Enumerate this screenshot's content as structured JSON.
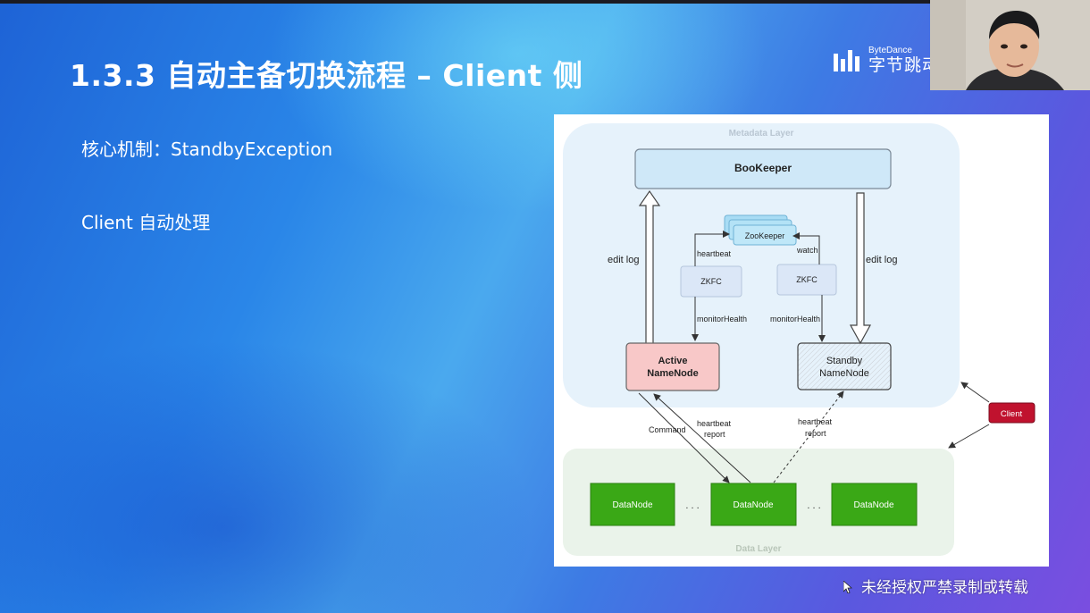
{
  "slide": {
    "title": "1.3.3 自动主备切换流程 – Client 侧",
    "bullets": [
      "核心机制：StandbyException",
      "Client 自动处理"
    ],
    "watermark": "未经授权严禁录制或转载"
  },
  "logo": {
    "brand_en": "ByteDance",
    "brand_cn": "字节跳动"
  },
  "diagram": {
    "metadata_layer_label": "Metadata Layer",
    "data_layer_label": "Data Layer",
    "bookkeeper": "BooKeeper",
    "zookeeper": "ZooKeeper",
    "zkfc_left": "ZKFC",
    "zkfc_right": "ZKFC",
    "heartbeat_top": "heartbeat",
    "watch": "watch",
    "monitor_left": "monitorHealth",
    "monitor_right": "monitorHealth",
    "edit_log_left": "edit log",
    "edit_log_right": "edit log",
    "active_line1": "Active",
    "active_line2": "NameNode",
    "standby_line1": "Standby",
    "standby_line2": "NameNode",
    "command": "Command",
    "hb_report_left_1": "heartbeat",
    "hb_report_left_2": "report",
    "hb_report_right_1": "heartbeat",
    "hb_report_right_2": "report",
    "client": "Client",
    "datanodes": [
      "DataNode",
      "DataNode",
      "DataNode"
    ],
    "ellipsis": ". . ."
  },
  "colors": {
    "bookkeeper_fill": "#cfe8f8",
    "active_fill": "#f8c8c8",
    "datanode_fill": "#3aa816",
    "client_fill": "#c0122e",
    "metadata_layer_fill": "#e6f2fb",
    "data_layer_fill": "#eaf3ea"
  },
  "icons": {
    "cursor": "cursor-arrow-icon",
    "logo": "bytedance-logo-icon"
  }
}
